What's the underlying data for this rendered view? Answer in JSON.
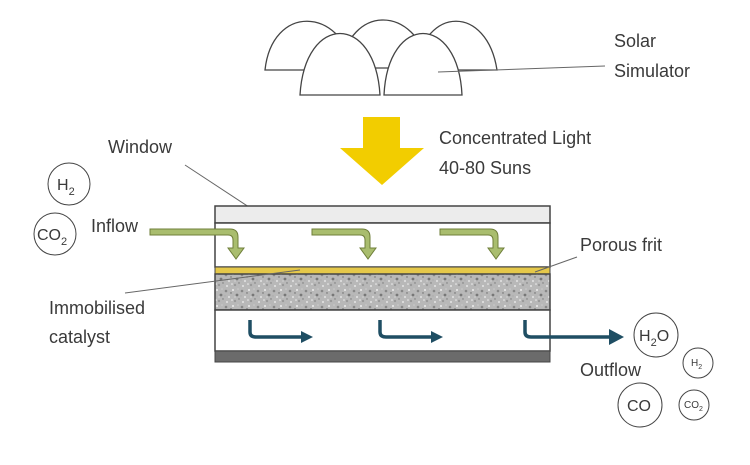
{
  "labels": {
    "solar_line1": "Solar",
    "solar_line2": "Simulator",
    "light_line1": "Concentrated Light",
    "light_line2": "40-80 Suns",
    "window": "Window",
    "inflow": "Inflow",
    "porous_frit": "Porous frit",
    "catalyst_line1": "Immobilised",
    "catalyst_line2": "catalyst",
    "outflow": "Outflow"
  },
  "molecules": {
    "in_h2": {
      "base": "H",
      "sub": "2"
    },
    "in_co2": {
      "base": "CO",
      "sub": "2"
    },
    "out_h2o": {
      "base": "H",
      "sub": "2",
      "tail": "O"
    },
    "out_h2": {
      "base": "H",
      "sub": "2"
    },
    "out_co": {
      "base": "CO"
    },
    "out_co2": {
      "base": "CO",
      "sub": "2"
    }
  },
  "colors": {
    "sun_arrow": "#f2cd00",
    "frit": "#e5c84a",
    "inflow_arrow": "#a9bd6e",
    "outflow_arrow": "#1f4e63",
    "window_fill": "#ececec",
    "base_plate": "#6b6b6b",
    "outline": "#444444"
  }
}
